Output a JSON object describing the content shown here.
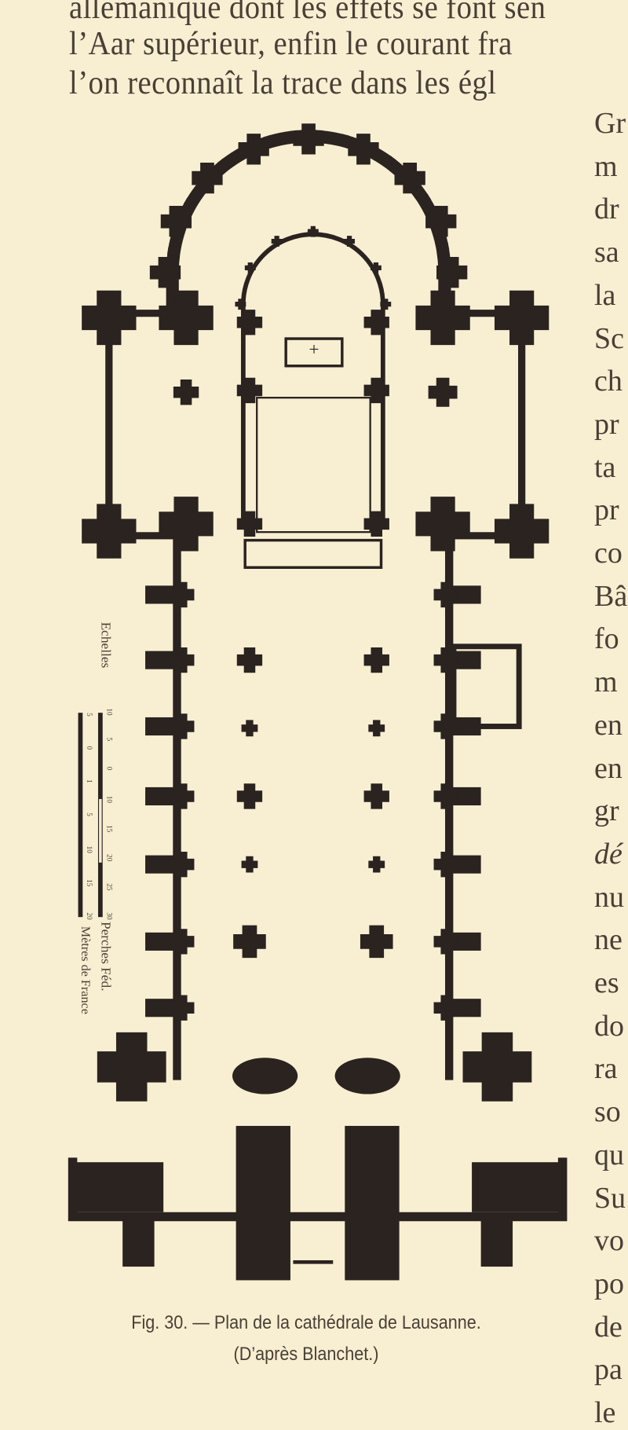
{
  "body_text": {
    "lines": [
      "allemanique dont les effets se font sen",
      "l’Aar supérieur, enfin le courant fra",
      "l’on reconnaît la trace dans les égl"
    ],
    "right_column": [
      "Gr",
      "m",
      "dr",
      "sa",
      "la",
      "Sc",
      "ch",
      "pr",
      "ta",
      "pr",
      "co",
      "Bâ",
      "fo",
      "m",
      "en",
      "en",
      "gr",
      "dé",
      "nu",
      "ne",
      "es",
      "do",
      "ra",
      "so",
      "qu",
      "Su",
      "vo",
      "po",
      "de",
      "pa",
      "le"
    ]
  },
  "figure": {
    "scale_title": "Echelles",
    "scale_top_label": "Perches Féd.",
    "scale_bottom_label": "Mètres de France",
    "scale_top_ticks": [
      "10",
      "5",
      "0",
      "10",
      "15",
      "20",
      "25",
      "30"
    ],
    "scale_bottom_ticks": [
      "5",
      "0",
      "1",
      "5",
      "10",
      "15",
      "20"
    ],
    "caption": "Fig. 30. — Plan de la cathédrale de Lausanne.",
    "caption_source": "(D’après Blanchet.)"
  }
}
